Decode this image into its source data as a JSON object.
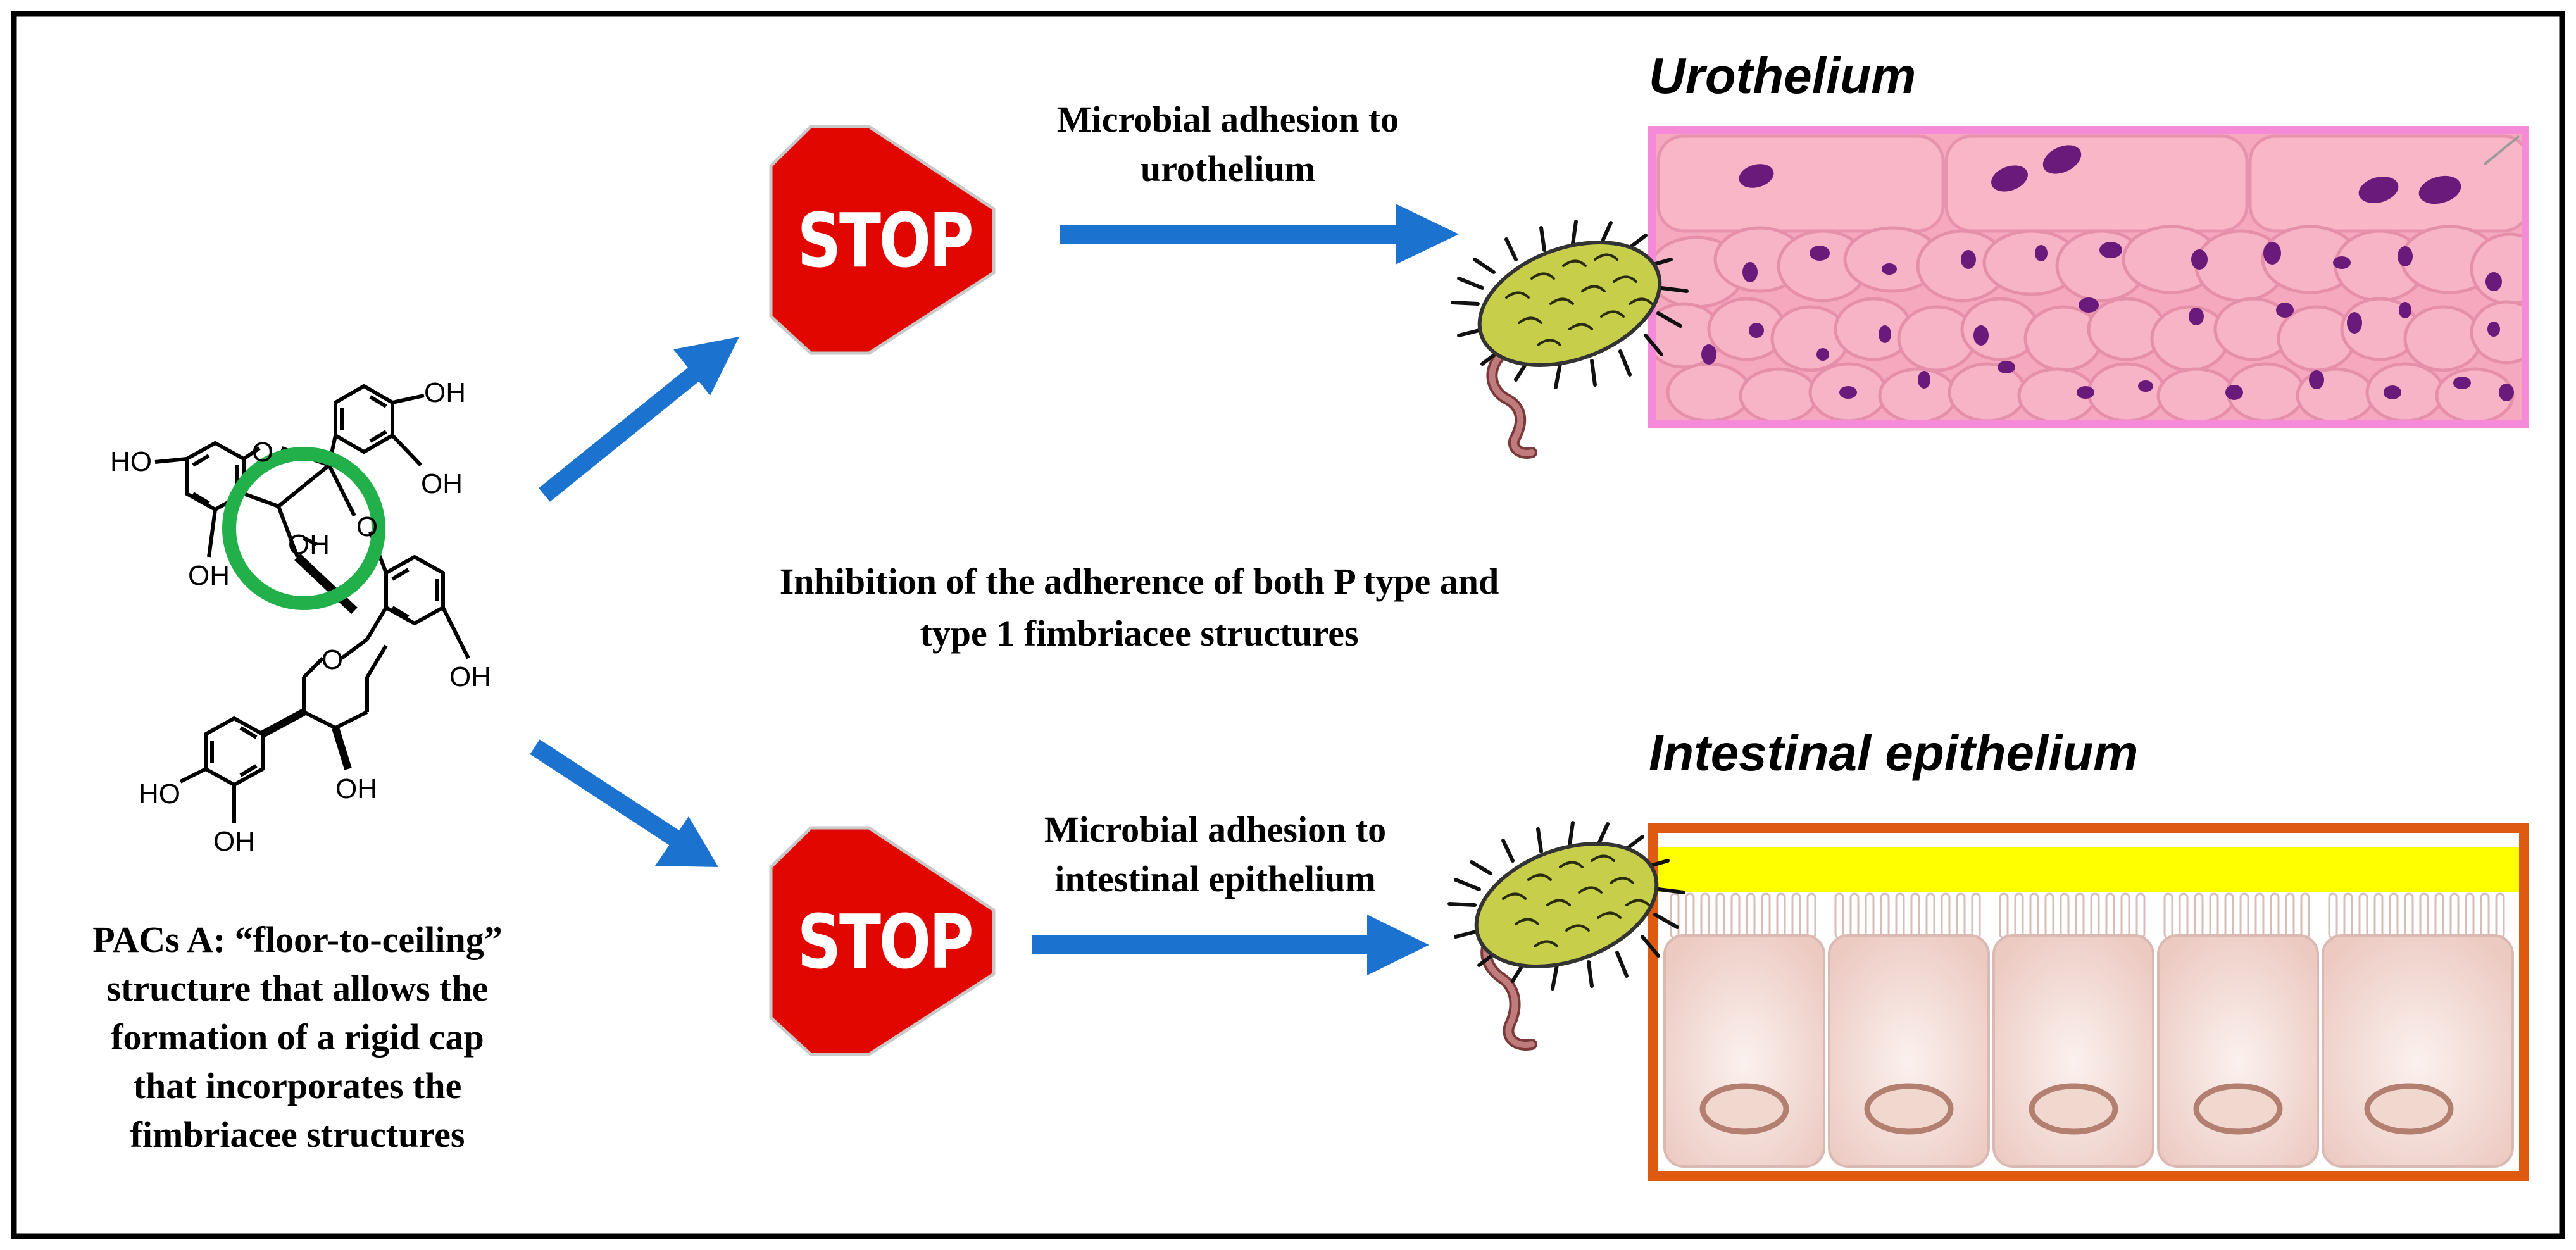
{
  "colors": {
    "frame": "#000000",
    "arrow": "#1b73cf",
    "stop_sign": "#e10600",
    "highlight_circle": "#22b04b",
    "urothelium_fill": "#f8b8c8",
    "urothelium_border": "#f48ad8",
    "urothelium_nucleus": "#6a1a7a",
    "intestinal_border": "#dd5a10",
    "mucus_layer": "#ffff00",
    "cell_fill": "#f6e2dd",
    "bacterium_body": "#c7cf4a",
    "flagellum": "#b56a6a"
  },
  "icons": [
    "stop-sign",
    "bacterium",
    "arrow",
    "molecule-structure",
    "highlight-circle"
  ],
  "stop_label": "STOP",
  "arrows": {
    "top": "Microbial adhesion to urothelium",
    "bottom": "Microbial adhesion to intestinal epithelium"
  },
  "labels": {
    "top_line1": "Microbial adhesion to",
    "top_line2": "urothelium",
    "bottom_line1": "Microbial adhesion to",
    "bottom_line2": "intestinal epithelium",
    "center_line1": "Inhibition of the adherence of both P type and",
    "center_line2": "type 1 fimbriacee structures",
    "caption_line1": "PACs A: “floor-to-ceiling”",
    "caption_line2": "structure that allows the",
    "caption_line3": "formation of a rigid cap",
    "caption_line4": "that incorporates the",
    "caption_line5": "fimbriacee structures"
  },
  "tissues": {
    "top": "Urothelium",
    "bottom": "Intestinal epithelium"
  },
  "molecule_labels": {
    "oh_top_right": "OH",
    "oh_right_upper": "OH",
    "ho_left": "HO",
    "o_ring": "O",
    "oh_bridge": "OH",
    "o_bridge": "O",
    "oh_left_lower": "OH",
    "oh_right_mid": "OH",
    "o_lower_ring": "O",
    "oh_lower_center": "OH",
    "ho_bottom_left": "HO",
    "oh_bottom": "OH"
  }
}
